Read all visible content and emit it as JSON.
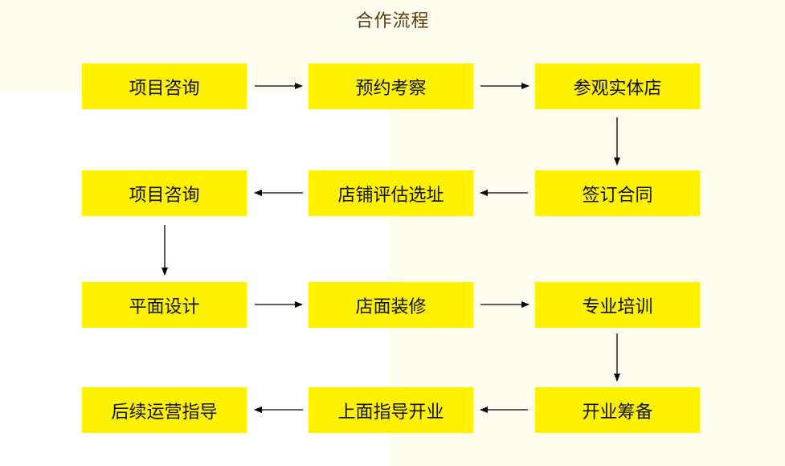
{
  "title": "合作流程",
  "steps": [
    "项目咨询",
    "预约考察",
    "参观实体店",
    "签订合同",
    "店铺评估选址",
    "项目咨询",
    "平面设计",
    "店面装修",
    "专业培训",
    "开业筹备",
    "上面指导开业",
    "后续运营指导"
  ],
  "colors": {
    "box": "#fff200",
    "title": "#5a3a0a",
    "arrow": "#000000"
  }
}
